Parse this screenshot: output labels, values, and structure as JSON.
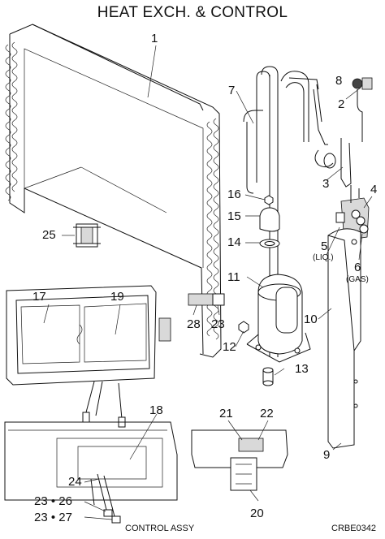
{
  "title": "HEAT EXCH. & CONTROL",
  "callouts": [
    {
      "id": "c1",
      "label": "1"
    },
    {
      "id": "c2",
      "label": "2"
    },
    {
      "id": "c3",
      "label": "3"
    },
    {
      "id": "c4",
      "label": "4"
    },
    {
      "id": "c5",
      "label": "5"
    },
    {
      "id": "c6",
      "label": "6"
    },
    {
      "id": "c7",
      "label": "7"
    },
    {
      "id": "c8",
      "label": "8"
    },
    {
      "id": "c9",
      "label": "9"
    },
    {
      "id": "c10",
      "label": "10"
    },
    {
      "id": "c11",
      "label": "11"
    },
    {
      "id": "c12",
      "label": "12"
    },
    {
      "id": "c13",
      "label": "13"
    },
    {
      "id": "c14",
      "label": "14"
    },
    {
      "id": "c15",
      "label": "15"
    },
    {
      "id": "c16",
      "label": "16"
    },
    {
      "id": "c17",
      "label": "17"
    },
    {
      "id": "c18",
      "label": "18"
    },
    {
      "id": "c19",
      "label": "19"
    },
    {
      "id": "c20",
      "label": "20"
    },
    {
      "id": "c21",
      "label": "21"
    },
    {
      "id": "c22",
      "label": "22"
    },
    {
      "id": "c23",
      "label": "23"
    },
    {
      "id": "c24",
      "label": "24"
    },
    {
      "id": "c25",
      "label": "25"
    },
    {
      "id": "c26",
      "label": "23 • 26"
    },
    {
      "id": "c27",
      "label": "23 • 27"
    },
    {
      "id": "c28",
      "label": "28"
    }
  ],
  "sublabels": {
    "liq": "(LIQ.)",
    "gas": "(GAS)"
  },
  "footer": {
    "caption": "CONTROL ASSY",
    "code": "CRBE0342"
  }
}
